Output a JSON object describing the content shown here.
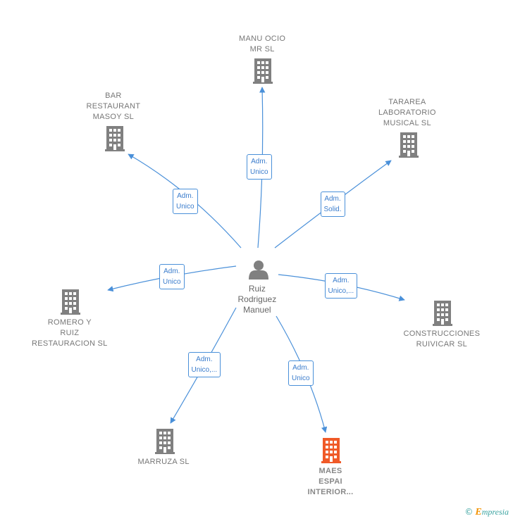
{
  "center": {
    "name_lines": [
      "Ruiz",
      "Rodriguez",
      "Manuel"
    ],
    "icon": "person-icon"
  },
  "companies": [
    {
      "id": "manu-ocio",
      "lines": [
        "MANU OCIO",
        "MR  SL"
      ],
      "highlight": false,
      "icon": "building-icon"
    },
    {
      "id": "bar-restaurant",
      "lines": [
        "BAR",
        "RESTAURANT",
        "MASOY  SL"
      ],
      "highlight": false,
      "icon": "building-icon"
    },
    {
      "id": "tararea",
      "lines": [
        "TARAREA",
        "LABORATORIO",
        "MUSICAL  SL"
      ],
      "highlight": false,
      "icon": "building-icon"
    },
    {
      "id": "romero-y-ruiz",
      "lines": [
        "ROMERO Y",
        "RUIZ",
        "RESTAURACION SL"
      ],
      "highlight": false,
      "icon": "building-icon"
    },
    {
      "id": "construcciones",
      "lines": [
        "CONSTRUCCIONES",
        "RUIVICAR SL"
      ],
      "highlight": false,
      "icon": "building-icon"
    },
    {
      "id": "marruza",
      "lines": [
        "MARRUZA  SL"
      ],
      "highlight": false,
      "icon": "building-icon"
    },
    {
      "id": "maes-espai",
      "lines": [
        "MAES",
        "ESPAI",
        "INTERIOR..."
      ],
      "highlight": true,
      "icon": "building-icon"
    }
  ],
  "relations": [
    {
      "to": "manu-ocio",
      "lines": [
        "Adm.",
        "Unico"
      ]
    },
    {
      "to": "bar-restaurant",
      "lines": [
        "Adm.",
        "Unico"
      ]
    },
    {
      "to": "tararea",
      "lines": [
        "Adm.",
        "Solid."
      ]
    },
    {
      "to": "romero-y-ruiz",
      "lines": [
        "Adm.",
        "Unico"
      ]
    },
    {
      "to": "construcciones",
      "lines": [
        "Adm.",
        "Unico,..."
      ]
    },
    {
      "to": "marruza",
      "lines": [
        "Adm.",
        "Unico,..."
      ]
    },
    {
      "to": "maes-espai",
      "lines": [
        "Adm.",
        "Unico"
      ]
    }
  ],
  "colors": {
    "edge": "#4a90d9",
    "building": "#808080",
    "building_highlight": "#f05a28",
    "person": "#808080"
  },
  "footer": {
    "copyright_symbol": "©",
    "brand_initial": "E",
    "brand_rest": "mpresia"
  }
}
